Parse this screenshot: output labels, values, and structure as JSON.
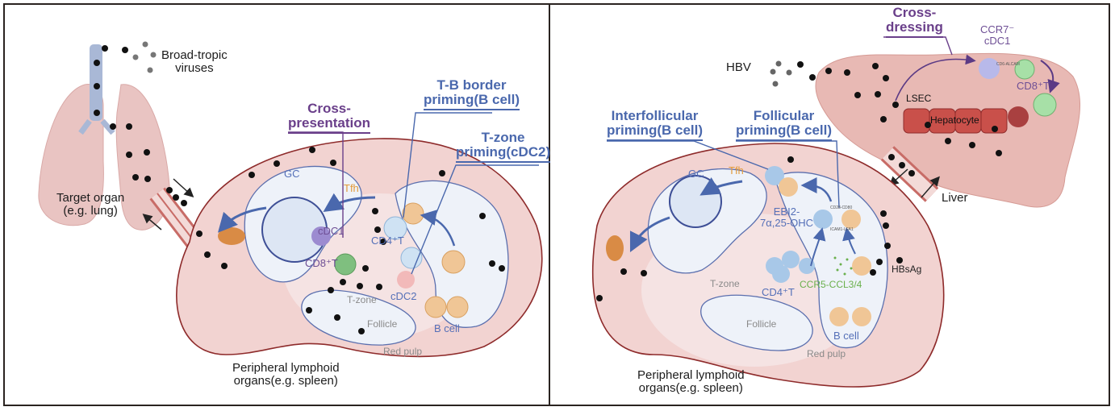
{
  "left_panel": {
    "virus_label": "Broad-tropic\nviruses",
    "target_organ_label": "Target organ\n(e.g. lung)",
    "organ_label": "Peripheral lymphoid\norgans(e.g. spleen)",
    "headings": {
      "cross_presentation": "Cross-\npresentation",
      "tb_border": "T-B border\npriming(B cell)",
      "tzone": "T-zone\npriming(cDC2)"
    },
    "cells": {
      "gc": "GC",
      "tfh": "Tfh",
      "cdc1": "cDC1",
      "cd4t": "CD4⁺T",
      "cd8t": "CD8⁺T",
      "cdc2": "cDC2",
      "bcell": "B cell"
    },
    "zones": {
      "tzone": "T-zone",
      "follicle": "Follicle",
      "red_pulp": "Red pulp"
    }
  },
  "right_panel": {
    "virus_label": "HBV",
    "liver_label": "Liver",
    "organ_label": "Peripheral lymphoid\norgans(e.g. spleen)",
    "headings": {
      "interfollicular": "Interfollicular\npriming(B cell)",
      "follicular": "Follicular\npriming(B cell)",
      "cross_dressing": "Cross-\ndressing"
    },
    "cells": {
      "gc": "GC",
      "tfh": "Tfh",
      "ebi2": "EBI2-\n7α,25-OHC",
      "cd4t": "CD4⁺T",
      "ccr5": "CCR5-CCL3/4",
      "bcell": "B cell",
      "hbsag": "HBsAg",
      "ccr7_cdc1": "CCR7⁻\ncDC1",
      "cd8t": "CD8⁺T",
      "lsec": "LSEC",
      "hepatocyte": "Hepatocyte",
      "cd6_alcam": "CD6-ALCAM",
      "cd28_cd80": "CD28-CD80",
      "icam1_lfa1": "ICAM1-LFA1"
    },
    "zones": {
      "tzone": "T-zone",
      "follicle": "Follicle",
      "red_pulp": "Red pulp"
    }
  },
  "colors": {
    "spleen_fill": "#f2d3d1",
    "spleen_stroke": "#8e2b2b",
    "follicle_fill": "#eef2f9",
    "follicle_stroke": "#5b6fae",
    "virus": "#111111",
    "heading_blue": "#4a68ad",
    "heading_purple": "#6a3f8a",
    "tfh_orange": "#e29a3a",
    "green": "#6ab04c",
    "liver_fill": "#e8b9b4",
    "hepatocyte": "#c9504a"
  }
}
